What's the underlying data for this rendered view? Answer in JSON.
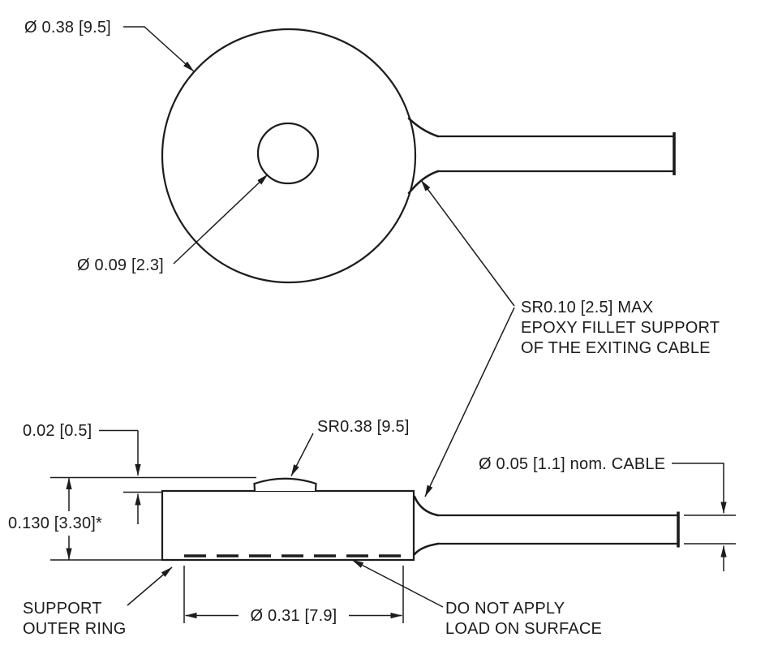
{
  "colors": {
    "ink": "#1c1c1c",
    "background": "#ffffff"
  },
  "top_view": {
    "outer_dia_label": "Ø 0.38 [9.5]",
    "hole_dia_label": "Ø 0.09 [2.3]"
  },
  "epoxy_note": {
    "line1": "SR0.10 [2.5] MAX",
    "line2": "EPOXY FILLET SUPPORT",
    "line3": "OF THE EXITING CABLE"
  },
  "side_view": {
    "button_height_label": "0.02 [0.5]",
    "button_radius_label": "SR0.38 [9.5]",
    "body_height_label": "0.130 [3.30]*",
    "cable_label": "Ø 0.05 [1.1] nom. CABLE",
    "base_dia_label": "Ø 0.31 [7.9]",
    "support_note_line1": "SUPPORT",
    "support_note_line2": "OUTER RING",
    "load_note_line1": "DO NOT APPLY",
    "load_note_line2": "LOAD ON SURFACE"
  }
}
